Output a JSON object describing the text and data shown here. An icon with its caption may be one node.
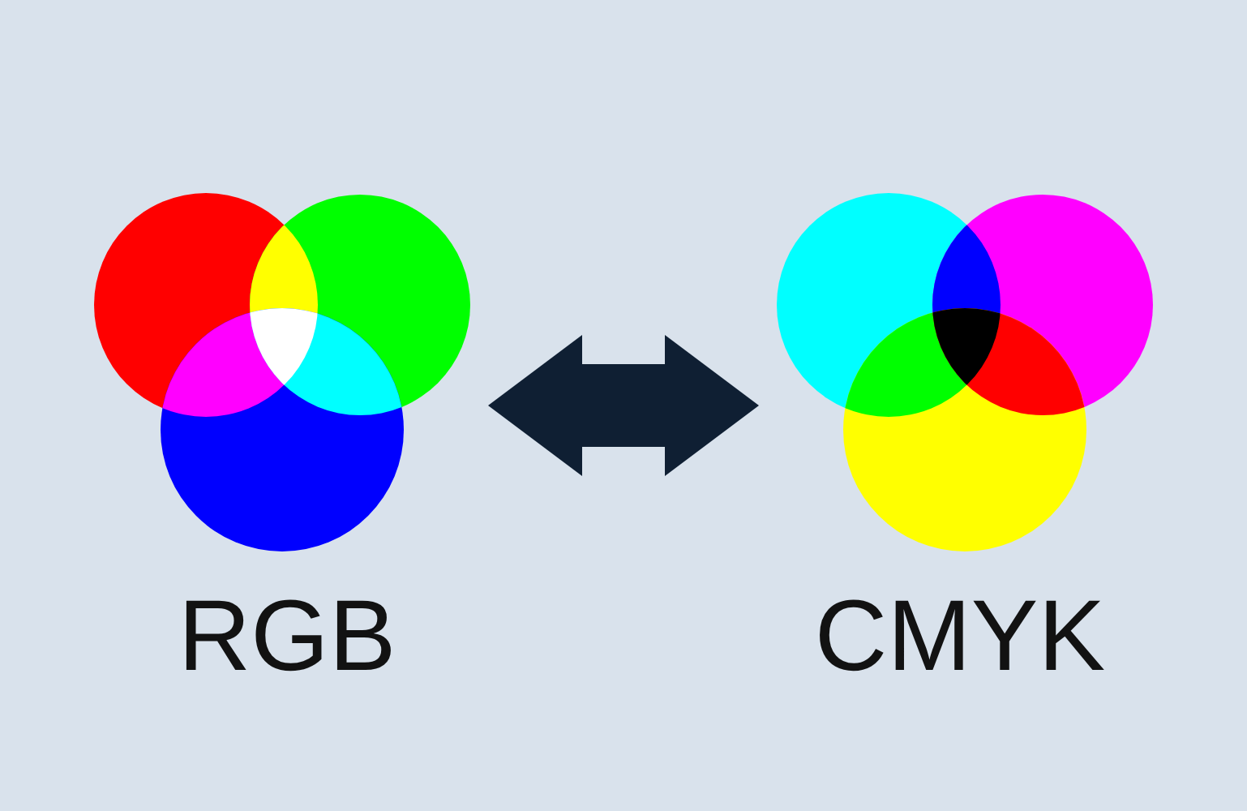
{
  "diagram": {
    "nodes": [
      {
        "text": [
          "RGB"
        ]
      },
      {
        "text": [
          "CMYK"
        ]
      }
    ],
    "edges": [
      {
        "from": 0,
        "to": 1,
        "arrow": "both"
      }
    ]
  }
}
